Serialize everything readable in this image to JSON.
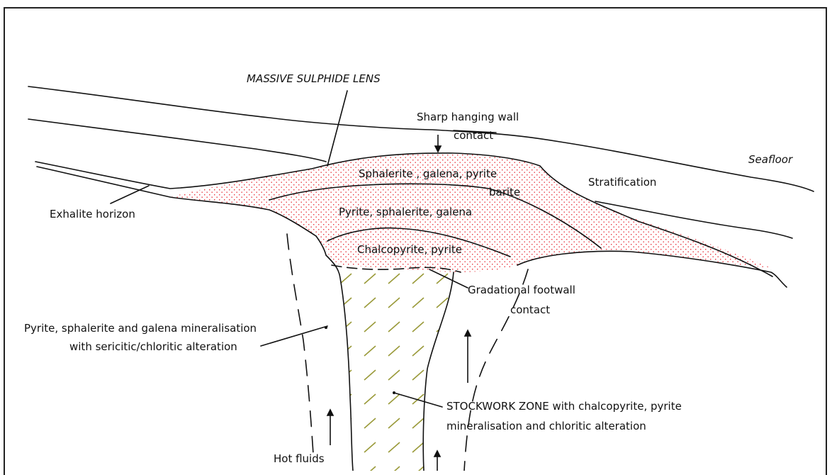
{
  "labels": {
    "massive_sulphide_lens": "MASSIVE SULPHIDE LENS",
    "sharp_hanging_wall_1": "Sharp hanging wall",
    "sharp_hanging_wall_2": "contact",
    "seafloor": "Seafloor",
    "stratification": "Stratification",
    "exhalite_horizon": "Exhalite horizon",
    "sph_gal_pyr": "Sphalerite , galena, pyrite",
    "barite": "barite",
    "pyr_sph_gal": "Pyrite, sphalerite, galena",
    "chalco_pyr": "Chalcopyrite, pyrite",
    "gradational_1": "Gradational footwall",
    "gradational_2": "contact",
    "mineralisation_1": "Pyrite, sphalerite and galena mineralisation",
    "mineralisation_2": "with sericitic/chloritic alteration",
    "stockwork_1": "STOCKWORK ZONE with chalcopyrite, pyrite",
    "stockwork_2": "mineralisation and chloritic alteration",
    "hot_fluids": "Hot fluids"
  },
  "colors": {
    "lens_fill_dots": "#e8323c",
    "stockwork_hatch": "#9a9a3a",
    "line": "#111111",
    "frame": "#222222"
  }
}
